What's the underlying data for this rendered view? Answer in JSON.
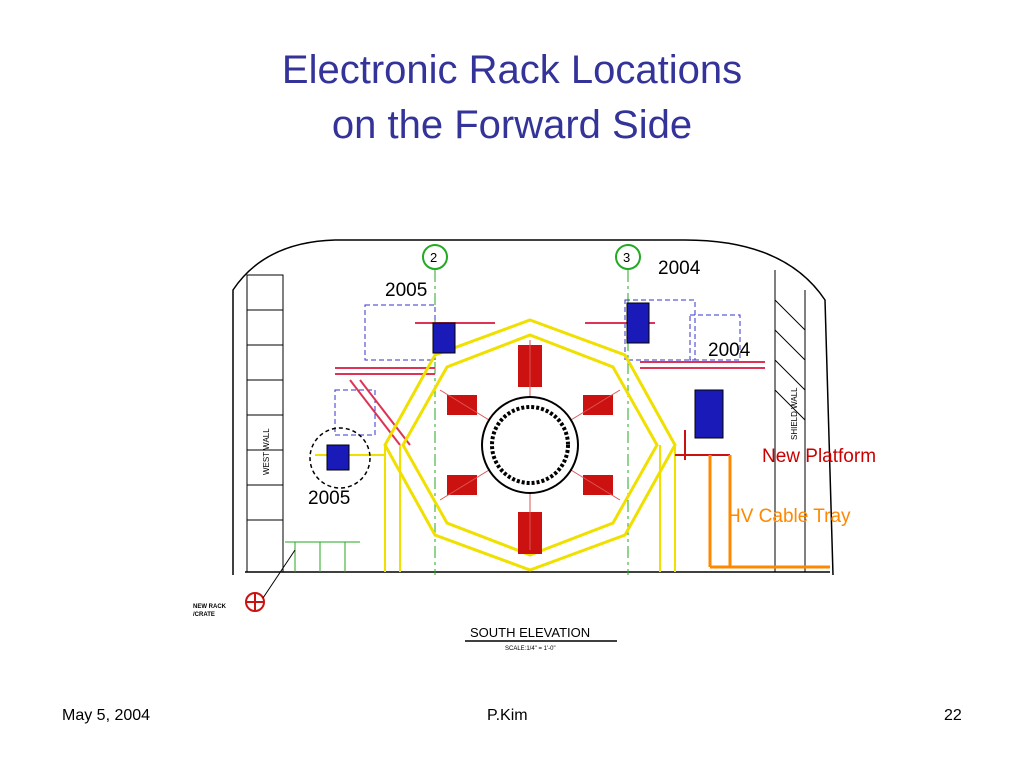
{
  "slide": {
    "title_line1": "Electronic Rack Locations",
    "title_line2": "on the Forward Side",
    "footer_date": "May 5, 2004",
    "footer_author": "P.Kim",
    "footer_page": "22"
  },
  "annotations": {
    "label_2004_top": "2004",
    "label_2005_top": "2005",
    "label_2004_right": "2004",
    "label_2005_left": "2005",
    "new_platform": "New Platform",
    "hv_cable_tray": "HV Cable Tray"
  },
  "drawing_text": {
    "column_2": "2",
    "column_3": "3",
    "west_wall": "WEST WALL",
    "shield_wall": "SHIELD WALL",
    "new_rack_label_1": "NEW RACK",
    "new_rack_label_2": "/CRATE",
    "south_elevation": "SOUTH ELEVATION",
    "scale": "SCALE:1/4\" = 1'-0\""
  },
  "colors": {
    "title": "#333399",
    "new_platform": "#cc0000",
    "hv_cable_tray": "#ff8800",
    "rack_blue": "#1a1ab8",
    "detector_yellow": "#f0e000",
    "detector_red": "#cc1111",
    "column_green": "#22aa22"
  }
}
